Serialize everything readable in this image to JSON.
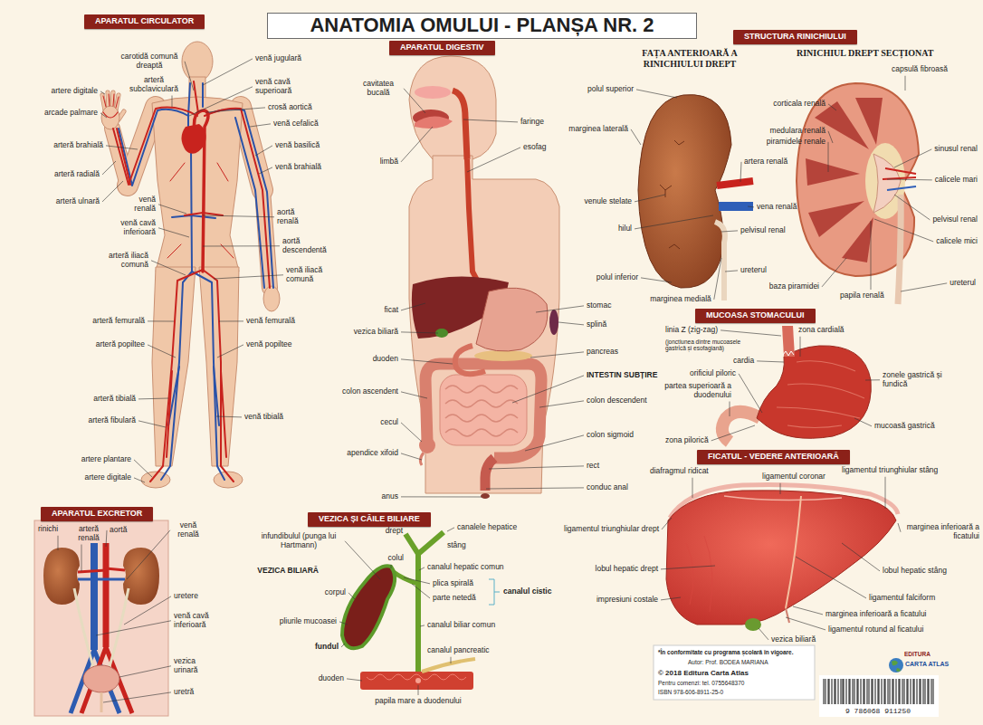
{
  "diagram": {
    "title": "ANATOMIA OMULUI - PLANȘA NR. 2",
    "nodes": [
      {
        "text": [
          "APARATUL CIRCULATOR"
        ]
      },
      {
        "text": [
          "APARATUL DIGESTIV"
        ]
      },
      {
        "text": [
          "STRUCTURA RINICHIULUI"
        ]
      },
      {
        "text": [
          "MUCOASA STOMACULUI"
        ]
      },
      {
        "text": [
          "FICATUL - VEDERE ANTERIOARĂ"
        ]
      },
      {
        "text": [
          "APARATUL EXCRETOR"
        ]
      },
      {
        "text": [
          "VEZICA ȘI CĂILE BILIARE"
        ]
      }
    ],
    "labels": [
      "carotidă comună dreaptă",
      "arteră subclaviculară",
      "artere digitale",
      "arcade palmare",
      "arteră brahială",
      "arteră radială",
      "arteră ulnară",
      "venă renală",
      "venă cavă inferioară",
      "arteră iliacă comună",
      "arteră femurală",
      "arteră popiltee",
      "arteră tibială",
      "arteră fibulară",
      "artere plantare",
      "artere digitale",
      "venă jugulară",
      "venă cavă superioară",
      "crosă aortică",
      "venă cefalică",
      "venă basilică",
      "venă brahială",
      "aortă renală",
      "aortă descendentă",
      "venă iliacă comună",
      "venă femurală",
      "venă popiltee",
      "venă tibială",
      "cavitatea bucală",
      "limbă",
      "faringe",
      "esofag",
      "ficat",
      "vezica biliară",
      "duoden",
      "colon ascendent",
      "cecul",
      "apendice xifoid",
      "anus",
      "stomac",
      "splină",
      "pancreas",
      "INTESTIN SUBȚIRE",
      "colon descendent",
      "colon sigmoid",
      "rect",
      "conduc anal",
      "FAȚA ANTERIOARĂ A RINICHIULUI DREPT",
      "RINICHIUL DREPT SECȚIONAT",
      "polul superior",
      "marginea laterală",
      "venule stelate",
      "hilul",
      "polul inferior",
      "marginea medială",
      "artera renală",
      "vena renală",
      "pelvisul renal",
      "ureterul",
      "capsulă fibroasă",
      "corticala renală",
      "medulara renală",
      "piramidele renale",
      "sinusul renal",
      "calicele mari",
      "pelvisul renal",
      "calicele mici",
      "ureterul",
      "baza piramidei",
      "papila renală",
      "linia Z (zig-zag)",
      "(joncțiunea dintre mucoasele gastrică și esofagiană)",
      "zona cardială",
      "cardia",
      "orificiul piloric",
      "partea superioară a duodenului",
      "zonele gastrică și fundică",
      "mucoasă gastrică",
      "zona pilorică",
      "diafragmul ridicat",
      "ligamentul coronar",
      "ligamentul triunghiular stâng",
      "ligamentul triunghiular drept",
      "marginea inferioară a ficatului",
      "lobul hepatic drept",
      "lobul hepatic stâng",
      "impresiuni costale",
      "ligamentul falciform",
      "marginea inferioară a ficatului",
      "ligamentul rotund al ficatului",
      "vezica biliară",
      "rinichi",
      "arteră renală",
      "aortă",
      "venă renală",
      "uretere",
      "venă cavă inferioară",
      "vezica urinară",
      "uretră",
      "infundibulul (punga lui Hartmann)",
      "VEZICA BILIARĂ",
      "colul",
      "corpul",
      "pliurile mucoasei",
      "fundul",
      "drept",
      "stâng",
      "canalele hepatice",
      "canalul hepatic comun",
      "plica spirală",
      "parte netedă",
      "canalul cistic",
      "canalul biliar comun",
      "canalul pancreatic",
      "duoden",
      "papila mare a duodenului",
      "*În conformitate cu programa școlară în vigoare.",
      "Autor: Prof. BODEA MARIANA",
      "© 2018 Editura Carta Atlas",
      "Pentru comenzi: tel. 0755648370",
      "ISBN 978-606-8911-25-0",
      "9 786068 911250",
      "EDITURA",
      "CARTA ATLAS"
    ]
  }
}
